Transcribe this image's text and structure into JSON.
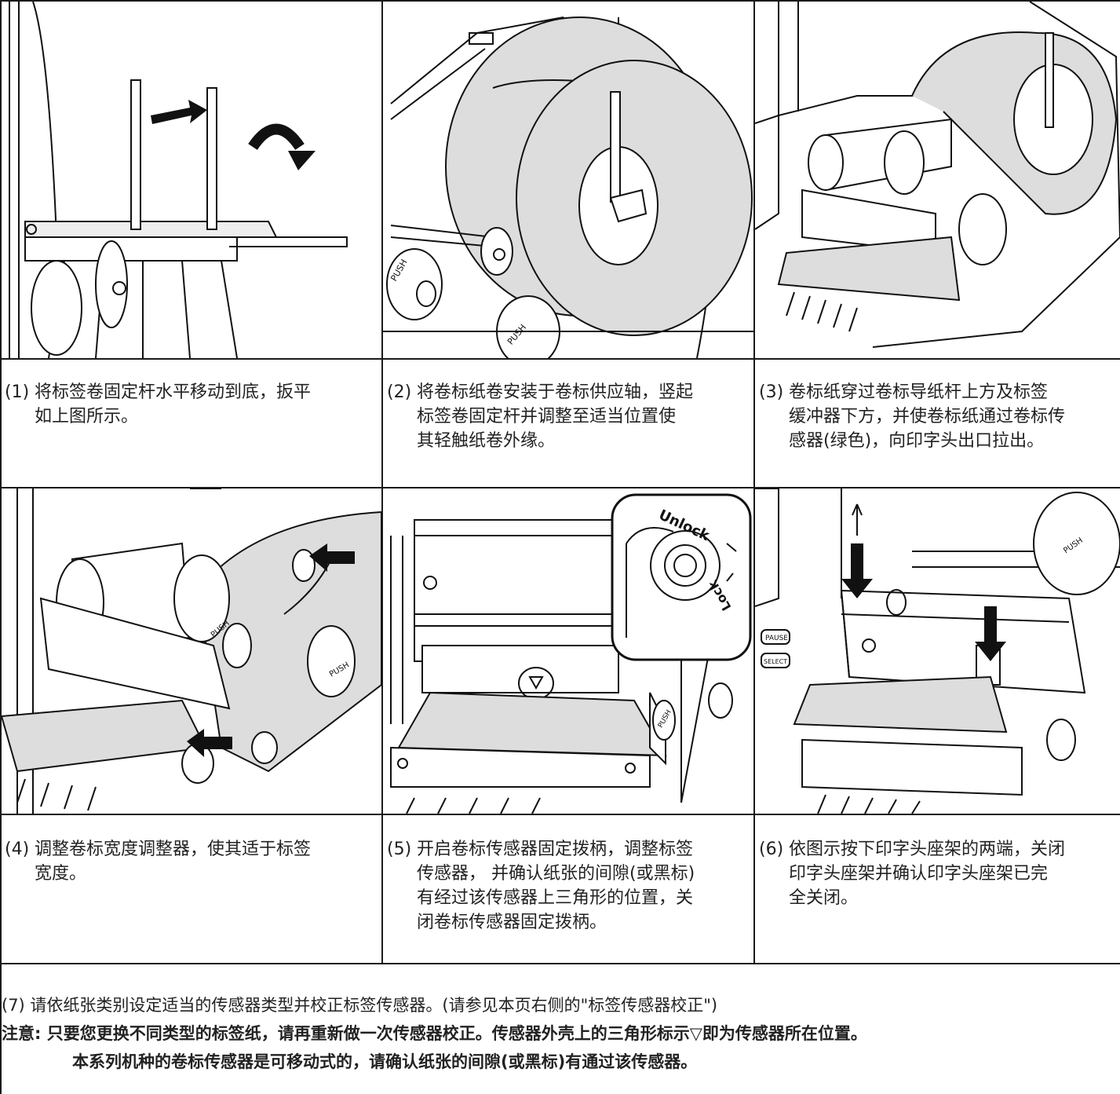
{
  "steps": [
    {
      "num": "(1)",
      "text": "将标签卷固定杆水平移动到底，扳平\n如上图所示。"
    },
    {
      "num": "(2)",
      "text": "将卷标纸卷安装于卷标供应轴，竖起\n标签卷固定杆并调整至适当位置使\n其轻触纸卷外缘。"
    },
    {
      "num": "(3)",
      "text": "卷标纸穿过卷标导纸杆上方及标签\n缓冲器下方，并使卷标纸通过卷标传\n感器(绿色)，向印字头出口拉出。"
    },
    {
      "num": "(4)",
      "text": "调整卷标宽度调整器，使其适于标签\n宽度。"
    },
    {
      "num": "(5)",
      "text": "开启卷标传感器固定拨柄，调整标签\n传感器， 并确认纸张的间隙(或黑标)\n有经过该传感器上三角形的位置，关\n闭卷标传感器固定拨柄。"
    },
    {
      "num": "(6)",
      "text": "依图示按下印字头座架的两端，关闭\n印字头座架并确认印字头座架已完\n全关闭。"
    }
  ],
  "illustration_labels": {
    "push": "PUSH",
    "unlock": "Unlock",
    "lock": "Lock",
    "pause": "PAUSE",
    "select": "SELECT"
  },
  "note": {
    "step7": "(7) 请依纸张类别设定适当的传感器类型并校正标签传感器。(请参见本页右侧的\"标签传感器校正\")",
    "warning_label": "注意:",
    "warning_line1": " 只要您更换不同类型的标签纸，请再重新做一次传感器校正。传感器外壳上的三角形标示▽即为传感器所在位置。",
    "warning_line2": "本系列机种的卷标传感器是可移动式的，请确认纸张的间隙(或黑标)有通过该传感器。"
  }
}
